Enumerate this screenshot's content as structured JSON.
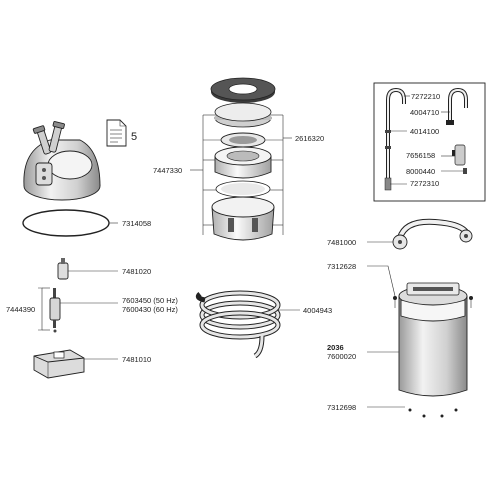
{
  "labels": {
    "manual_ref": "5",
    "head_gasket": "7314058",
    "impeller_cover": "7481020",
    "impeller_group": "7444390",
    "impeller_50hz": "7603450 (50 Hz)",
    "impeller_60hz": "7600430 (60 Hz)",
    "clip_base": "7481010",
    "media_top_ring": "2616320",
    "media_set": "7447330",
    "hose": "4004943",
    "pipe_1": "7272210",
    "pipe_2": "4004710",
    "pipe_3": "4014100",
    "pipe_4": "7656158",
    "pipe_5": "8000440",
    "pipe_6": "7272310",
    "handle": "7481000",
    "canister_clip": "7312628",
    "canister_model": "2036",
    "canister_part": "7600020",
    "feet": "7312698"
  },
  "colors": {
    "line": "#333333",
    "part_fill": "#e6e6e6",
    "part_dark": "#555555",
    "sponge_dark": "#3a3a3a"
  }
}
